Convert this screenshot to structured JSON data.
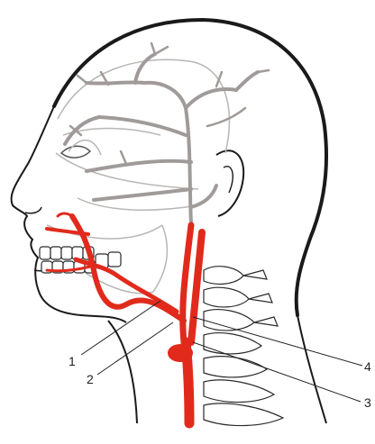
{
  "labels": {
    "l1": "1",
    "l2": "2",
    "l3": "3",
    "l4": "4"
  },
  "colors": {
    "outline": "#1a1a1a",
    "artery": "#e12a1c",
    "branch": "#a09b99"
  }
}
